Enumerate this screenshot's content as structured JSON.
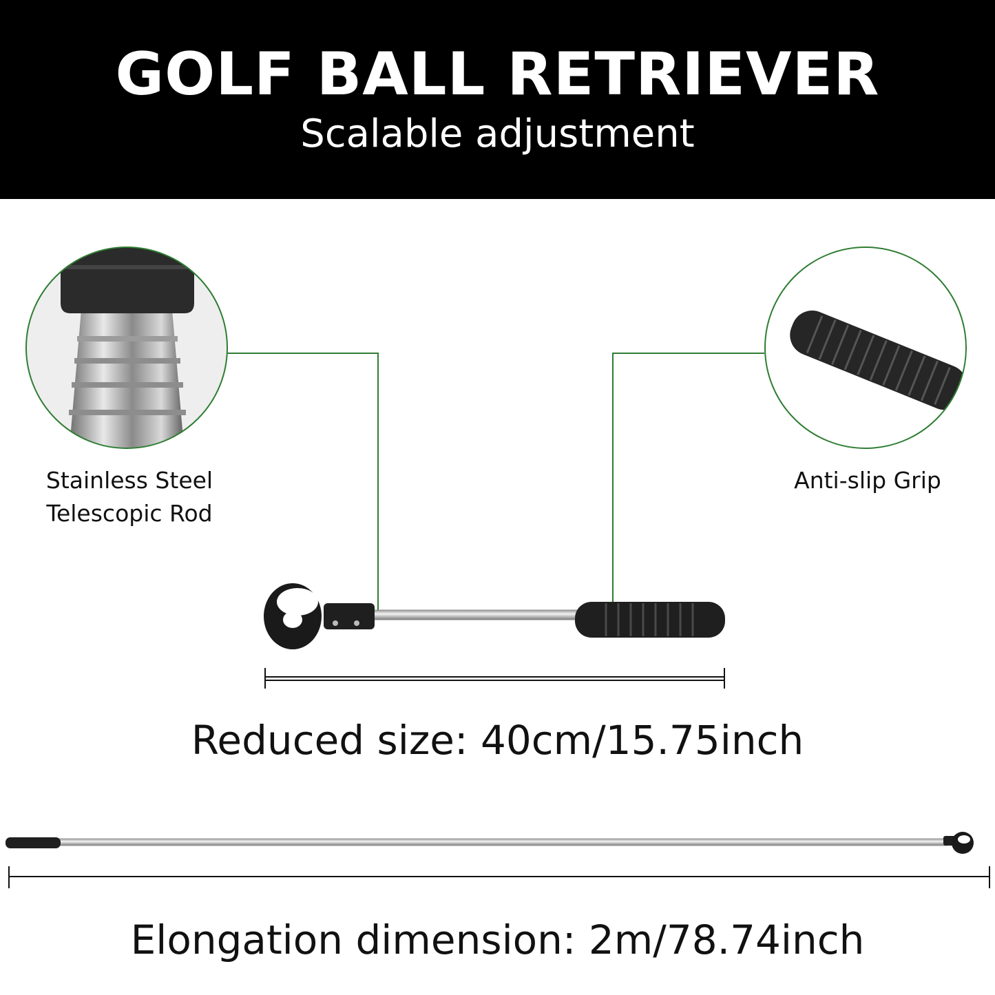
{
  "header": {
    "title": "GOLF BALL RETRIEVER",
    "subtitle": "Scalable adjustment"
  },
  "callouts": {
    "left_line1": "Stainless Steel",
    "left_line2": "Telescopic Rod",
    "right": "Anti-slip Grip"
  },
  "dimensions": {
    "reduced": "Reduced size: 40cm/15.75inch",
    "elongated": "Elongation dimension: 2m/78.74inch"
  },
  "colors": {
    "accent": "#2e7d32",
    "header_bg": "#000000"
  },
  "icons": [
    "telescopic-rod-closeup-icon",
    "grip-closeup-icon",
    "retriever-collapsed-icon",
    "retriever-extended-icon"
  ]
}
